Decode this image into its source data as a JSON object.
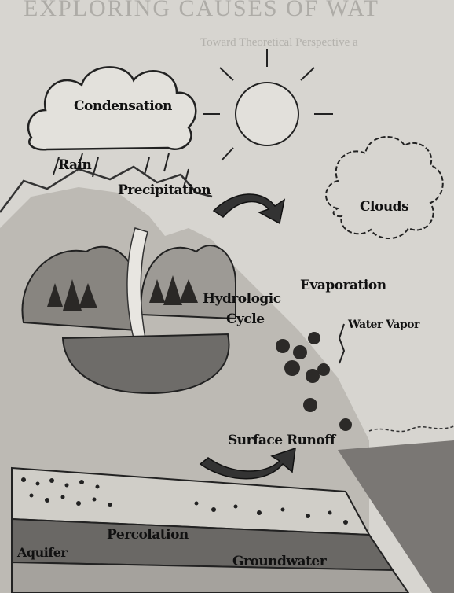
{
  "background_text": {
    "heading": "EXPLORING CAUSES OF WAT",
    "subheading": "Toward Theoretical Perspective a"
  },
  "diagram": {
    "labels": {
      "condensation": "Condensation",
      "rain": "Rain",
      "precipitation": "Precipitation",
      "clouds": "Clouds",
      "evaporation": "Evaporation",
      "water_vapor": "Water Vapor",
      "hydrologic": "Hydrologic",
      "cycle": "Cycle",
      "surface_runoff": "Surface Runoff",
      "percolation": "Percolation",
      "aquifer": "Aquifer",
      "groundwater": "Groundwater"
    }
  },
  "colors": {
    "paper": "#d7d5d0",
    "ink": "#111111",
    "hill": "#bdbab4",
    "pond": "#6e6c69",
    "sea": "#7a7774"
  }
}
